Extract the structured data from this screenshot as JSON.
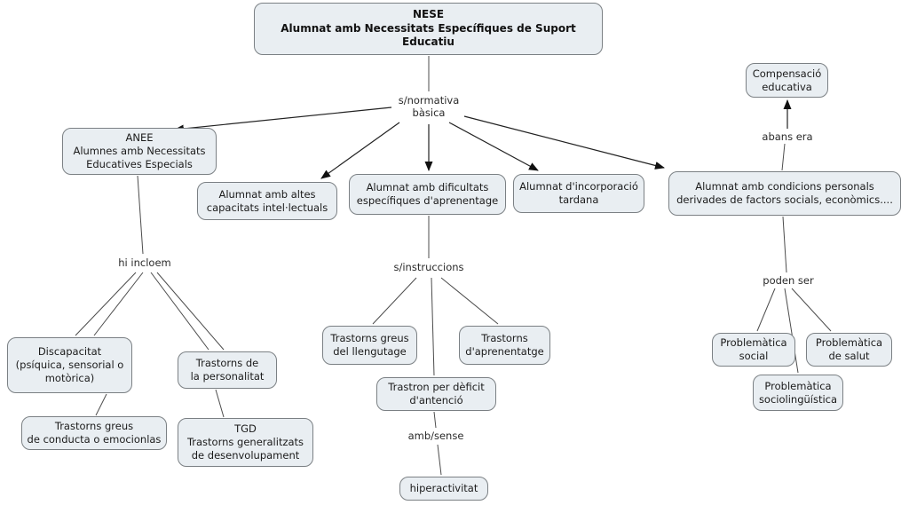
{
  "nodes": {
    "nese": {
      "label": "NESE\nAlumnat amb Necessitats Específiques de Suport Educatiu"
    },
    "compensacio": {
      "label": "Compensació\neducativa"
    },
    "anee": {
      "label": "ANEE\nAlumnes amb Necessitats\nEducatives Especials"
    },
    "altes": {
      "label": "Alumnat amb altes\ncapacitats intel·lectuals"
    },
    "dificultats": {
      "label": "Alumnat amb dificultats\nespecífiques d'aprenentage"
    },
    "incorporacio": {
      "label": "Alumnat d'incorporació\ntardana"
    },
    "condicions": {
      "label": "Alumnat amb condicions personals\nderivades de factors socials, econòmics...."
    },
    "discapacitat": {
      "label": "Discapacitat\n(psíquica, sensorial o\nmotòrica)"
    },
    "personalitat": {
      "label": "Trastorns de\nla personalitat"
    },
    "conducta": {
      "label": "Trastorns greus\nde conducta o emocionlas"
    },
    "tgd": {
      "label": "TGD\nTrastorns generalitzats\nde desenvolupament"
    },
    "llengutage": {
      "label": "Trastorns greus\ndel llengutage"
    },
    "aprenentatge": {
      "label": "Trastorns\nd'aprenentatge"
    },
    "deficit": {
      "label": "Trastron per dèficit\nd'antenció"
    },
    "hiperactivitat": {
      "label": "hiperactivitat"
    },
    "social": {
      "label": "Problemàtica\nsocial"
    },
    "salut": {
      "label": "Problemàtica\nde salut"
    },
    "sociolinguistica": {
      "label": "Problemàtica\nsociolingüística"
    }
  },
  "links": {
    "normativa": {
      "label": "s/normativa\nbàsica"
    },
    "hi_incloem": {
      "label": "hi incloem"
    },
    "instruccions": {
      "label": "s/instruccions"
    },
    "amb_sense": {
      "label": "amb/sense"
    },
    "abans_era": {
      "label": "abans era"
    },
    "poden_ser": {
      "label": "poden ser"
    }
  },
  "colors": {
    "node_fill": "#e9eef2",
    "node_border": "#7b8084",
    "line": "#4c4c4c",
    "arrow": "#111111",
    "text": "#1b1b1b",
    "background": "#ffffff"
  }
}
